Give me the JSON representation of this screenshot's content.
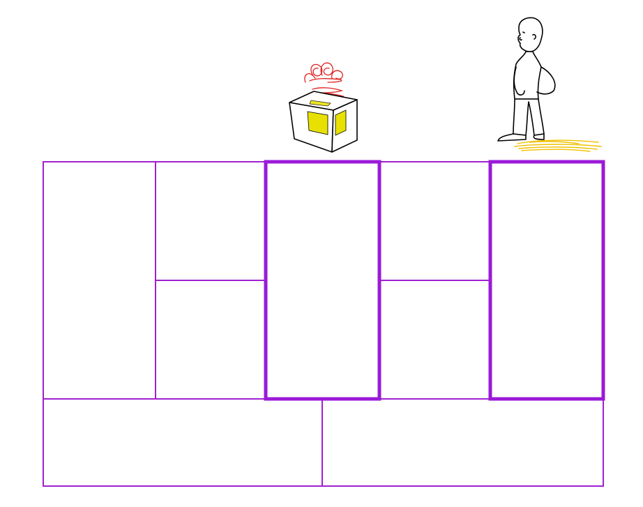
{
  "diagram": {
    "colors": {
      "grid_stroke": "#a020d0",
      "highlight_stroke": "#9a1ad8",
      "steam": "#e02020",
      "box_fill": "#e8e000",
      "puddle": "#f0c000",
      "ink": "#000000"
    },
    "cells": [
      {
        "id": "key-partners",
        "highlighted": false
      },
      {
        "id": "key-activities",
        "highlighted": false
      },
      {
        "id": "key-resources",
        "highlighted": false
      },
      {
        "id": "value-propositions",
        "highlighted": true
      },
      {
        "id": "customer-relationships",
        "highlighted": false
      },
      {
        "id": "channels",
        "highlighted": false
      },
      {
        "id": "customer-segments",
        "highlighted": true
      },
      {
        "id": "cost-structure",
        "highlighted": false
      },
      {
        "id": "revenue-streams",
        "highlighted": false
      }
    ],
    "illustrations": [
      {
        "id": "steaming-gift-box",
        "icon": "gift-box-icon",
        "above_cell": "value-propositions"
      },
      {
        "id": "person-standing",
        "icon": "person-icon",
        "above_cell": "customer-segments"
      }
    ]
  }
}
